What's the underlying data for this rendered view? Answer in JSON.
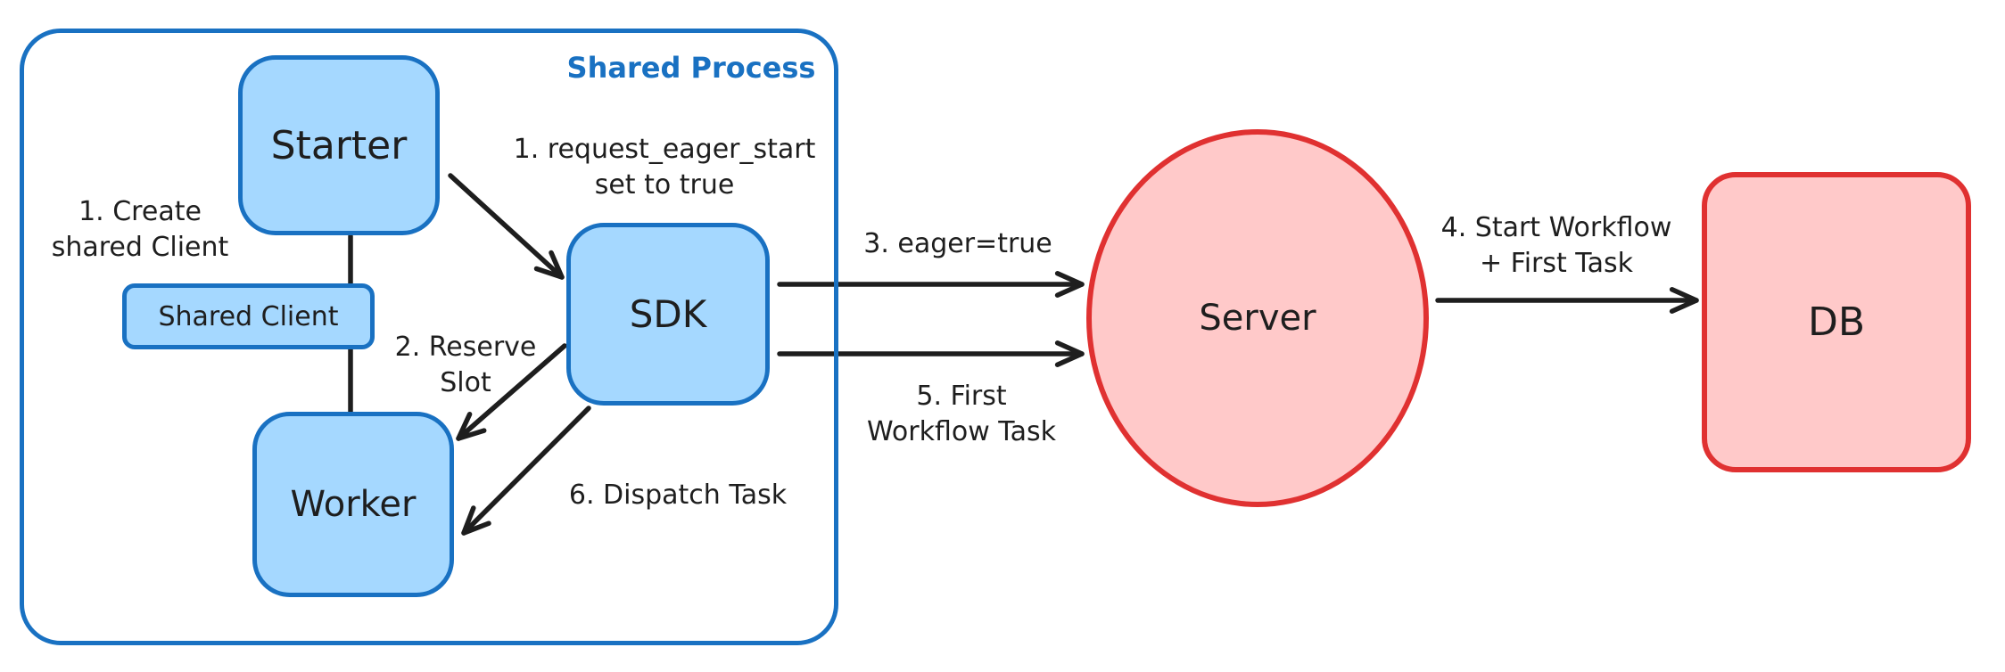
{
  "frame": {
    "label": "Shared Process"
  },
  "nodes": {
    "starter": {
      "label": "Starter"
    },
    "shared_client": {
      "label": "Shared Client"
    },
    "worker": {
      "label": "Worker"
    },
    "sdk": {
      "label": "SDK"
    },
    "server": {
      "label": "Server"
    },
    "db": {
      "label": "DB"
    }
  },
  "annotations": {
    "create_shared_client": {
      "line1": "1. Create",
      "line2": "shared Client"
    },
    "request_eager_start": {
      "line1": "1. request_eager_start",
      "line2": "set to true"
    },
    "reserve_slot": {
      "line1": "2. Reserve",
      "line2": "Slot"
    },
    "eager_true": {
      "text": "3. eager=true"
    },
    "start_workflow": {
      "line1": "4. Start Workflow",
      "line2": "+ First Task"
    },
    "first_workflow_task": {
      "line1": "5. First",
      "line2": "Workflow Task"
    },
    "dispatch_task": {
      "text": "6. Dispatch Task"
    }
  },
  "colors": {
    "blue_stroke": "#1971c2",
    "blue_fill": "#a5d8ff",
    "red_stroke": "#e03131",
    "red_fill": "#ffc9c9",
    "ink": "#1e1e1e"
  }
}
